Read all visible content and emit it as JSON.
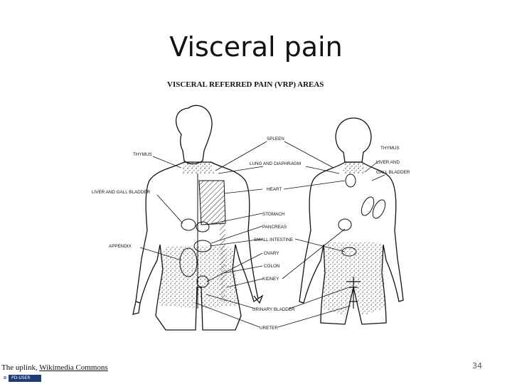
{
  "slide": {
    "title": "Visceral pain",
    "page_number": "34"
  },
  "figure": {
    "title": "VISCERAL REFERRED PAIN (VRP) AREAS",
    "labels": {
      "spleen": "SPLEEN",
      "thymus_front": "THYMUS",
      "thymus_back": "THYMUS",
      "lung_diaphragm": "LUNG AND DIAPHRAGM",
      "liver_gall_front": "LIVER AND GALL BLADDER",
      "liver_gall_back_1": "LIVER AND",
      "liver_gall_back_2": "GALL BLADDER",
      "heart": "HEART",
      "stomach": "STOMACH",
      "pancreas": "PANCREAS",
      "small_intestine": "SMALL INTESTINE",
      "appendix": "APPENDIX",
      "ovary": "OVARY",
      "colon": "COLON",
      "kidney": "KIDNEY",
      "urinary_bladder": "URINARY BLADDER",
      "ureter": "URETER"
    }
  },
  "credit": {
    "author": "The uplink, ",
    "source_link": "Wikimedia Commons",
    "license": "PD-USER"
  }
}
